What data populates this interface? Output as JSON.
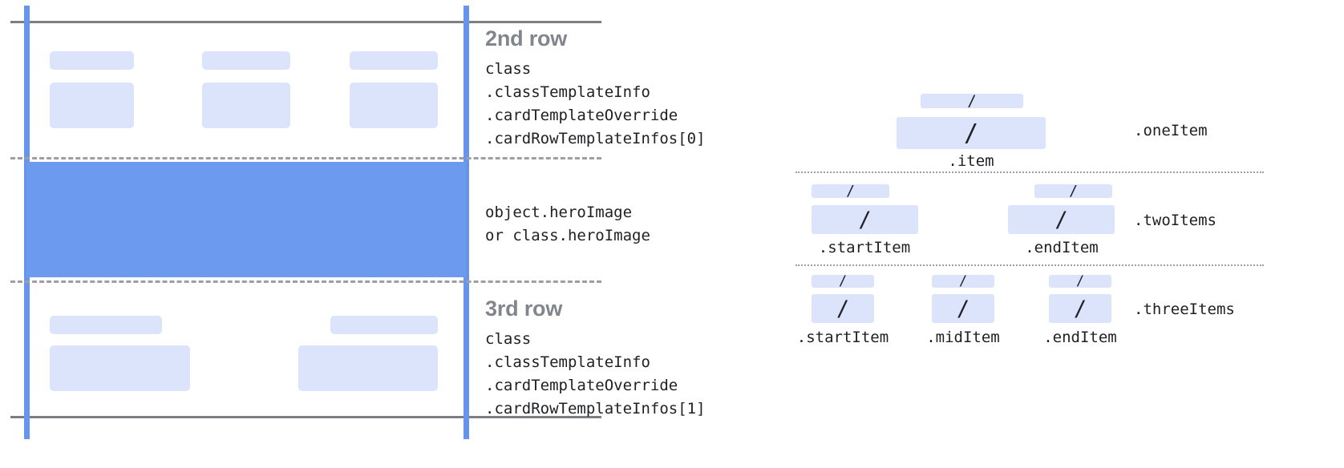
{
  "colors": {
    "accent_blue": "#6795ed",
    "hero_blue": "#6c9aee",
    "placeholder_blue": "#dbe4fb",
    "rule_gray": "#7b7f84",
    "dash_gray": "#9aa0a6",
    "title_gray": "#80868b",
    "code_black": "#202124"
  },
  "left_panel": {
    "second_row": {
      "title": "2nd row",
      "code": "class\n.classTemplateInfo\n.cardTemplateOverride\n.cardRowTemplateInfos[0]"
    },
    "hero": {
      "code": "object.heroImage\nor class.heroImage"
    },
    "third_row": {
      "title": "3rd row",
      "code": "class\n.classTemplateInfo\n.cardTemplateOverride\n.cardRowTemplateInfos[1]"
    }
  },
  "right_panel": {
    "slash_glyph": "/",
    "groups": [
      {
        "name": "oneItem",
        "group_label": ".oneItem",
        "items": [
          {
            "label": ".item"
          }
        ]
      },
      {
        "name": "twoItems",
        "group_label": ".twoItems",
        "items": [
          {
            "label": ".startItem"
          },
          {
            "label": ".endItem"
          }
        ]
      },
      {
        "name": "threeItems",
        "group_label": ".threeItems",
        "items": [
          {
            "label": ".startItem"
          },
          {
            "label": ".midItem"
          },
          {
            "label": ".endItem"
          }
        ]
      }
    ]
  }
}
